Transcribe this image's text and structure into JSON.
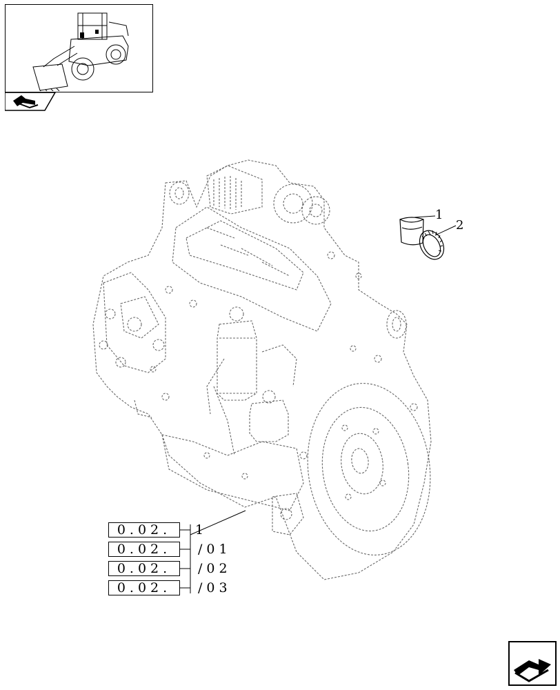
{
  "thumbnail": {
    "icon": "wheel-loader-icon",
    "tab_icon": "back-arrow-icon"
  },
  "callouts": [
    {
      "label": "1",
      "part": "hose-sleeve"
    },
    {
      "label": "2",
      "part": "hose-clamp"
    }
  ],
  "references": [
    {
      "code": "0.02.",
      "suffix": "1"
    },
    {
      "code": "0.02.",
      "suffix": "/01"
    },
    {
      "code": "0.02.",
      "suffix": "/02"
    },
    {
      "code": "0.02.",
      "suffix": "/03"
    }
  ],
  "navigation": {
    "next_icon": "next-page-arrow-icon"
  },
  "colors": {
    "line": "#000000",
    "phantom": "#555555",
    "background": "#ffffff"
  }
}
